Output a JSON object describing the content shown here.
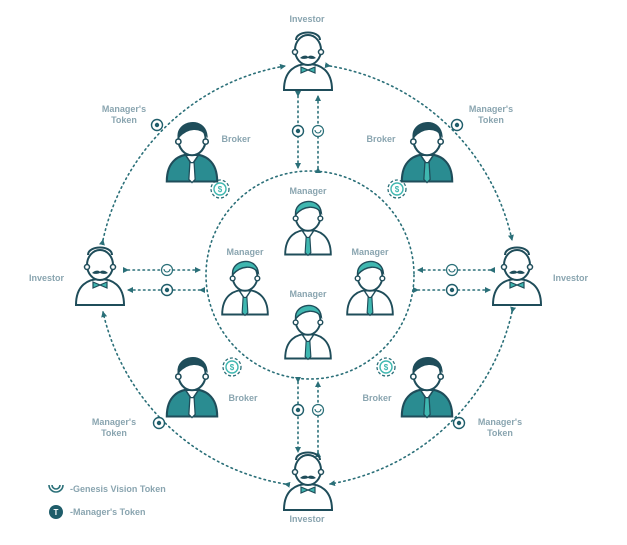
{
  "colors": {
    "teal": "#2a8c91",
    "teal_light": "#3fb7b0",
    "label": "#8aa5b0",
    "dark": "#1f4d5a",
    "skin": "#ffffff"
  },
  "nodes": {
    "investor_top": "Investor",
    "investor_left": "Investor",
    "investor_right": "Investor",
    "investor_bottom": "Investor",
    "broker_tl": "Broker",
    "broker_tr": "Broker",
    "broker_bl": "Broker",
    "broker_br": "Broker",
    "manager_top": "Manager",
    "manager_left": "Manager",
    "manager_right": "Manager",
    "manager_bottom": "Manager"
  },
  "tokens": {
    "tl_line1": "Manager's",
    "tl_line2": "Token",
    "tr_line1": "Manager's",
    "tr_line2": "Token",
    "bl_line1": "Manager's",
    "bl_line2": "Token",
    "br_line1": "Manager's",
    "br_line2": "Token"
  },
  "legend": {
    "gv_token": "-Genesis Vision Token",
    "manager_token": "-Manager's Token",
    "manager_token_glyph": "T"
  },
  "icons": {
    "dollar": "$",
    "gv_coin": "genesis-vision-coin-icon",
    "manager_coin": "manager-token-coin-icon"
  }
}
